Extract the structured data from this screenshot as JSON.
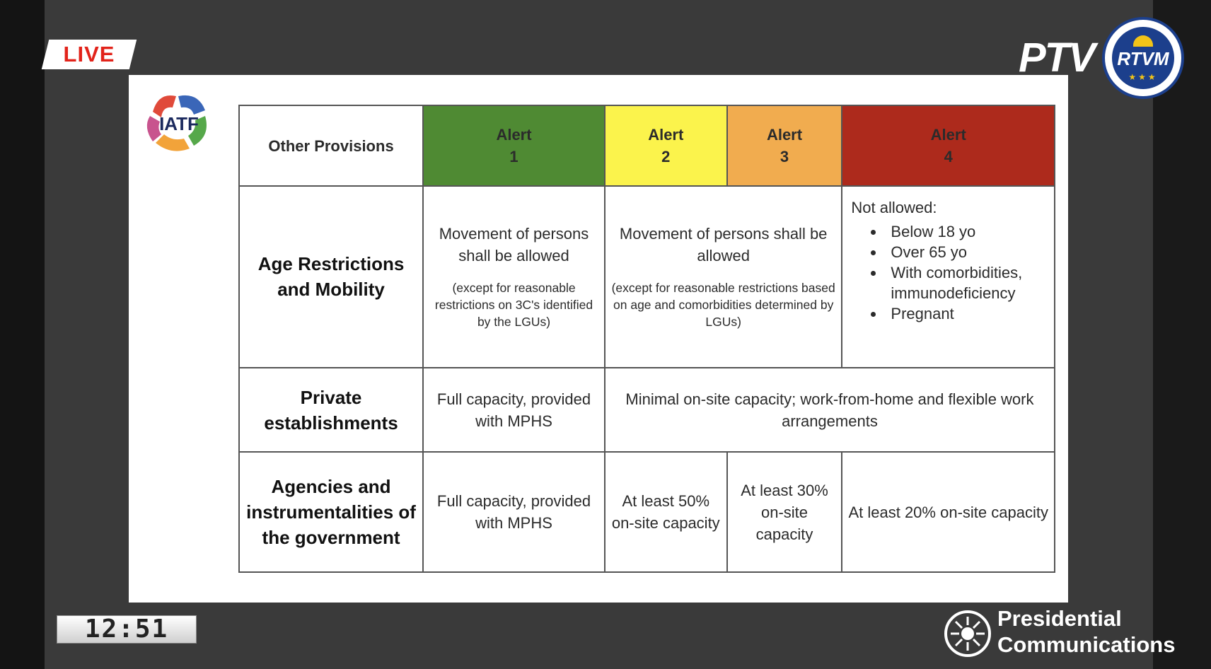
{
  "broadcast": {
    "live_label": "LIVE",
    "channel": "PTV",
    "network_badge": "RTVM",
    "clock": "12:51",
    "footer_line1": "Presidential",
    "footer_line2": "Communications"
  },
  "logo": {
    "text": "IATF"
  },
  "table": {
    "header": {
      "provisions": "Other Provisions",
      "alert1": [
        "Alert",
        "1"
      ],
      "alert2": [
        "Alert",
        "2"
      ],
      "alert3": [
        "Alert",
        "3"
      ],
      "alert4": [
        "Alert",
        "4"
      ]
    },
    "age": {
      "label": "Age Restrictions and Mobility",
      "alert1_main": "Movement of persons shall be allowed",
      "alert1_note": "(except for reasonable restrictions on 3C's identified by the LGUs)",
      "alert23_main": "Movement of persons shall be allowed",
      "alert23_note": "(except for reasonable restrictions based on age and comorbidities determined by LGUs)",
      "alert4_title": "Not allowed:",
      "alert4_items": [
        "Below 18 yo",
        "Over 65 yo",
        "With comorbidities, immunodeficiency",
        "Pregnant"
      ]
    },
    "private": {
      "label": "Private establishments",
      "alert1": "Full capacity, provided with MPHS",
      "alert234": "Minimal on-site capacity; work-from-home and flexible work arrangements"
    },
    "agencies": {
      "label": "Agencies and instrumentalities of the government",
      "alert1": "Full capacity, provided with MPHS",
      "alert2": "At least 50% on-site capacity",
      "alert3": "At least 30% on-site capacity",
      "alert4": "At least 20% on-site capacity"
    }
  },
  "colors": {
    "alert1": "#4f8a33",
    "alert2": "#fbf34c",
    "alert3": "#f1ac4f",
    "alert4": "#ad2a1c",
    "live": "#e2231a"
  }
}
